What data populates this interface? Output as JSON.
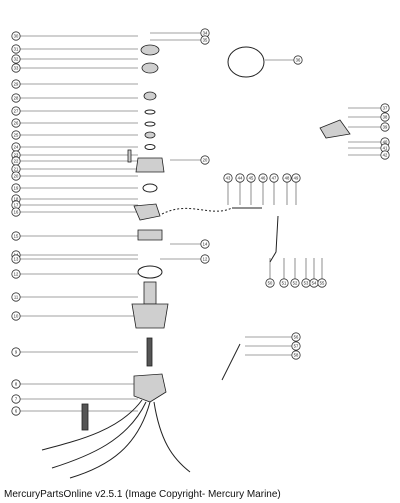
{
  "footer": {
    "copyright": "MercuryPartsOnline v2.5.1 (Image Copyright- Mercury Marine)"
  },
  "callouts": {
    "left": [
      "30",
      "31",
      "32",
      "33",
      "29",
      "28",
      "27",
      "26",
      "25",
      "24",
      "23",
      "22",
      "21",
      "20",
      "19",
      "18",
      "17",
      "16",
      "15",
      "14",
      "13",
      "12",
      "11",
      "10",
      "9",
      "8",
      "7",
      "6",
      "5",
      "4",
      "3",
      "2",
      "1"
    ],
    "top_right": [
      "34",
      "35"
    ],
    "ring": "36",
    "right_group": [
      "37",
      "38",
      "39",
      "40",
      "41",
      "42"
    ],
    "mid_right": [
      "43",
      "44",
      "45",
      "46",
      "47",
      "48",
      "49",
      "50",
      "51",
      "52",
      "53",
      "54",
      "55"
    ],
    "lower_right": [
      "56",
      "57",
      "58"
    ]
  }
}
